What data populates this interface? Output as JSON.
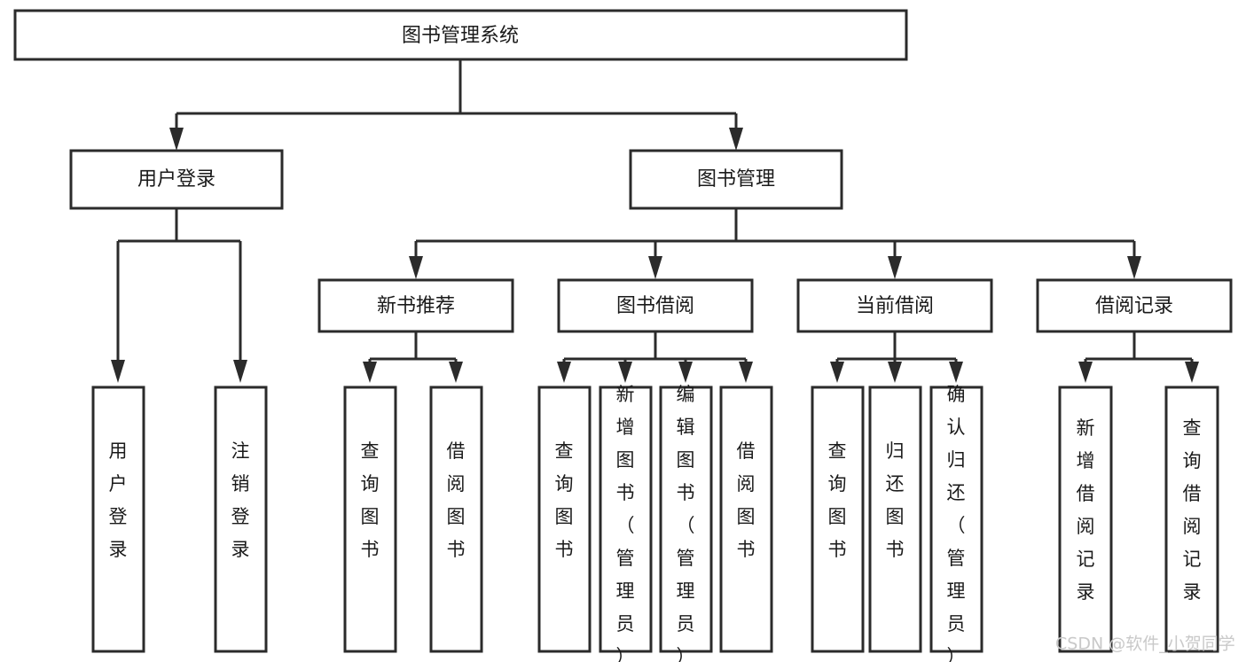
{
  "diagram": {
    "type": "tree-flowchart",
    "title": "图书管理系统",
    "root": {
      "id": "root",
      "label": "图书管理系统",
      "orientation": "horizontal"
    },
    "level1": [
      {
        "id": "user-login",
        "label": "用户登录",
        "orientation": "horizontal"
      },
      {
        "id": "book-management",
        "label": "图书管理",
        "orientation": "horizontal"
      }
    ],
    "level2": [
      {
        "id": "new-book-recommend",
        "label": "新书推荐",
        "orientation": "horizontal",
        "parent": "book-management"
      },
      {
        "id": "book-borrow",
        "label": "图书借阅",
        "orientation": "horizontal",
        "parent": "book-management"
      },
      {
        "id": "current-borrow",
        "label": "当前借阅",
        "orientation": "horizontal",
        "parent": "book-management"
      },
      {
        "id": "borrow-record",
        "label": "借阅记录",
        "orientation": "horizontal",
        "parent": "book-management"
      }
    ],
    "leaves": [
      {
        "id": "leaf-user-login",
        "label": "用户登录",
        "orientation": "vertical",
        "parent": "user-login",
        "align": "bottom"
      },
      {
        "id": "leaf-logout-login",
        "label": "注销登录",
        "orientation": "vertical",
        "parent": "user-login",
        "align": "bottom"
      },
      {
        "id": "leaf-query-book-1",
        "label": "查询图书",
        "orientation": "vertical",
        "parent": "new-book-recommend",
        "align": "middle"
      },
      {
        "id": "leaf-borrow-book-1",
        "label": "借阅图书",
        "orientation": "vertical",
        "parent": "new-book-recommend",
        "align": "middle"
      },
      {
        "id": "leaf-query-book-2",
        "label": "查询图书",
        "orientation": "vertical",
        "parent": "book-borrow",
        "align": "middle"
      },
      {
        "id": "leaf-add-book-admin",
        "label": "新增图书（管理员）",
        "orientation": "vertical",
        "parent": "book-borrow",
        "align": "top"
      },
      {
        "id": "leaf-edit-book-admin",
        "label": "编辑图书（管理员）",
        "orientation": "vertical",
        "parent": "book-borrow",
        "align": "top"
      },
      {
        "id": "leaf-borrow-book-2",
        "label": "借阅图书",
        "orientation": "vertical",
        "parent": "book-borrow",
        "align": "middle"
      },
      {
        "id": "leaf-query-book-3",
        "label": "查询图书",
        "orientation": "vertical",
        "parent": "current-borrow",
        "align": "middle"
      },
      {
        "id": "leaf-return-book",
        "label": "归还图书",
        "orientation": "vertical",
        "parent": "current-borrow",
        "align": "middle"
      },
      {
        "id": "leaf-confirm-return-admin",
        "label": "确认归还（管理员）",
        "orientation": "vertical",
        "parent": "current-borrow",
        "align": "top"
      },
      {
        "id": "leaf-add-borrow-record",
        "label": "新增借阅记录",
        "orientation": "vertical",
        "parent": "borrow-record",
        "align": "middle"
      },
      {
        "id": "leaf-query-borrow-record",
        "label": "查询借阅记录",
        "orientation": "vertical",
        "parent": "borrow-record",
        "align": "middle"
      }
    ],
    "colors": {
      "box_fill": "#ffffff",
      "box_stroke": "#2b2b2b",
      "text": "#1a1a1a",
      "canvas": "#ffffff",
      "watermark": "#c9c9c9"
    }
  },
  "watermark": {
    "text": "CSDN @软件_小贺同学"
  }
}
